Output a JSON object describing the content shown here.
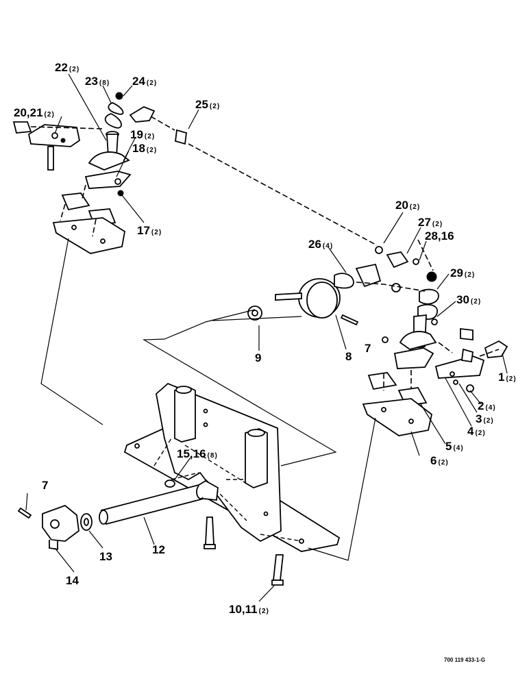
{
  "callouts": [
    {
      "id": "22",
      "qty": "(2)"
    },
    {
      "id": "23",
      "qty": "(8)"
    },
    {
      "id": "24",
      "qty": "(2)"
    },
    {
      "id": "20,21",
      "qty": "(2)"
    },
    {
      "id": "25",
      "qty": "(2)"
    },
    {
      "id": "19",
      "qty": "(2)"
    },
    {
      "id": "18",
      "qty": "(2)"
    },
    {
      "id": "17",
      "qty": "(2)"
    },
    {
      "id": "20",
      "qty": "(2)"
    },
    {
      "id": "27",
      "qty": "(2)"
    },
    {
      "id": "28,16",
      "qty": ""
    },
    {
      "id": "26",
      "qty": "(4)"
    },
    {
      "id": "29",
      "qty": "(2)"
    },
    {
      "id": "30",
      "qty": "(2)"
    },
    {
      "id": "9",
      "qty": ""
    },
    {
      "id": "8",
      "qty": ""
    },
    {
      "id": "7",
      "qty": ""
    },
    {
      "id": "1",
      "qty": "(2)"
    },
    {
      "id": "2",
      "qty": "(4)"
    },
    {
      "id": "3",
      "qty": "(2)"
    },
    {
      "id": "4",
      "qty": "(2)"
    },
    {
      "id": "5",
      "qty": "(4)"
    },
    {
      "id": "6",
      "qty": "(2)"
    },
    {
      "id": "15,16",
      "qty": "(8)"
    },
    {
      "id": "7",
      "qty": ""
    },
    {
      "id": "13",
      "qty": ""
    },
    {
      "id": "12",
      "qty": ""
    },
    {
      "id": "14",
      "qty": ""
    },
    {
      "id": "10,11",
      "qty": "(2)"
    }
  ],
  "drawing_number": "700 119 433-1-G"
}
